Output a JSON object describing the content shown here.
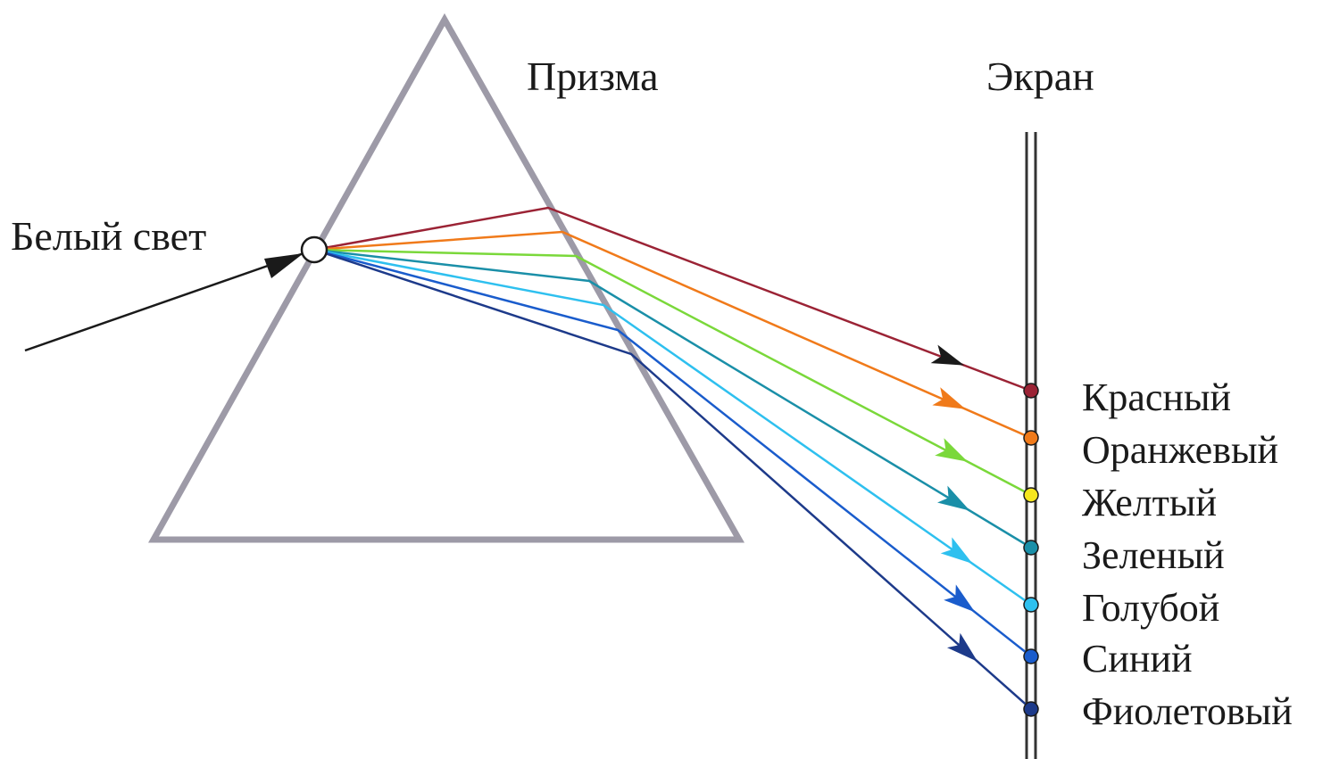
{
  "labels": {
    "white_light": "Белый свет",
    "prism": "Призма",
    "screen": "Экран"
  },
  "colors": {
    "prism_stroke": "#9d9aa7",
    "screen_stroke": "#333333",
    "incoming_ray": "#1a1a1a"
  },
  "rays": [
    {
      "name": "Красный",
      "color": "#9b2335",
      "dot": "#9b2335"
    },
    {
      "name": "Оранжевый",
      "color": "#f07a1a",
      "dot": "#f07a1a"
    },
    {
      "name": "Желтый",
      "color": "#7ad83a",
      "dot": "#f5e61e"
    },
    {
      "name": "Зеленый",
      "color": "#1a8fa8",
      "dot": "#1a8fa8"
    },
    {
      "name": "Голубой",
      "color": "#2ec0ef",
      "dot": "#2ec0ef"
    },
    {
      "name": "Синий",
      "color": "#1a5ccc",
      "dot": "#1a5ccc"
    },
    {
      "name": "Фиолетовый",
      "color": "#1d3a8a",
      "dot": "#1d3a8a"
    }
  ]
}
